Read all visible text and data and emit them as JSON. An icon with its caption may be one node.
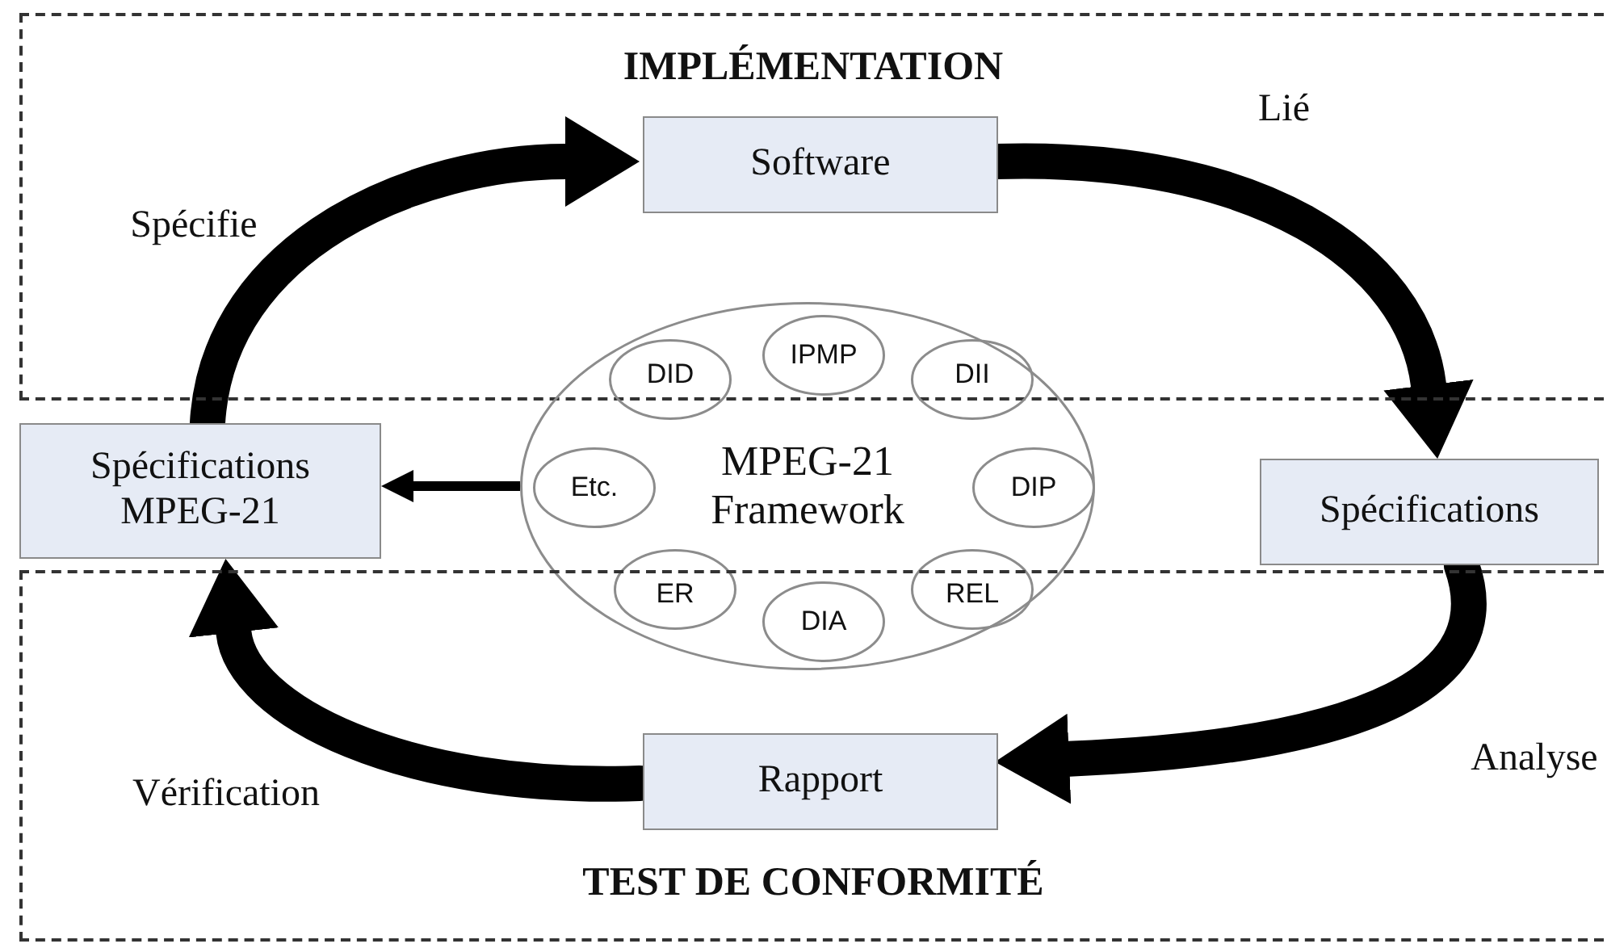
{
  "diagram": {
    "nodes": [
      {
        "text": [
          "IMPLÉMENTATION"
        ]
      },
      {
        "text": [
          "Software"
        ],
        "in": 0
      },
      {
        "text": [
          "MPEG-21 Framework"
        ]
      },
      {
        "text": [
          "IPMP"
        ]
      },
      {
        "text": [
          "DID"
        ],
        "in": 2
      },
      {
        "text": [
          "DII"
        ],
        "in": 2
      },
      {
        "text": [
          "Etc."
        ],
        "in": 2
      },
      {
        "text": [
          "DIP"
        ],
        "in": 2
      },
      {
        "text": [
          "ER"
        ],
        "in": 2
      },
      {
        "text": [
          "REL"
        ],
        "in": 2
      },
      {
        "text": [
          "DIA"
        ]
      },
      {
        "text": [
          "Spécifications MPEG-21"
        ]
      },
      {
        "text": [
          "Spécifications"
        ]
      },
      {
        "text": [
          "TEST DE CONFORMITÉ"
        ]
      },
      {
        "text": [
          "Rapport"
        ],
        "in": 13
      }
    ],
    "edges": [
      {
        "from": 11,
        "to": 1,
        "arrow": "to",
        "label": "Spécifie"
      },
      {
        "from": 1,
        "to": 12,
        "arrow": "to",
        "label": "Lié"
      },
      {
        "from": 12,
        "to": 14,
        "arrow": "to",
        "label": "Analyse"
      },
      {
        "from": 14,
        "to": 11,
        "arrow": "to",
        "label": "Vérification"
      },
      {
        "from": 2,
        "to": 11,
        "arrow": "to"
      }
    ]
  }
}
